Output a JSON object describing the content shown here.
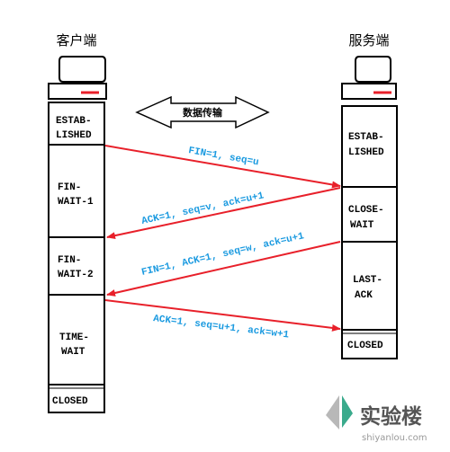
{
  "client": {
    "title": "客户端",
    "states": [
      {
        "lines": [
          "ESTAB-",
          "LISHED"
        ]
      },
      {
        "lines": [
          "FIN-",
          "WAIT-1"
        ]
      },
      {
        "lines": [
          "FIN-",
          "WAIT-2"
        ]
      },
      {
        "lines": [
          "TIME-",
          "WAIT"
        ]
      },
      {
        "lines": [
          "CLOSED"
        ]
      }
    ]
  },
  "server": {
    "title": "服务端",
    "states": [
      {
        "lines": [
          "ESTAB-",
          "LISHED"
        ]
      },
      {
        "lines": [
          "CLOSE-",
          "WAIT"
        ]
      },
      {
        "lines": [
          "LAST-",
          "ACK"
        ]
      },
      {
        "lines": [
          "CLOSED"
        ]
      }
    ]
  },
  "data_transfer": "数据传输",
  "messages": [
    {
      "label": "FIN=1, seq=u",
      "direction": "client-to-server"
    },
    {
      "label": "ACK=1, seq=v, ack=u+1",
      "direction": "server-to-client"
    },
    {
      "label": "FIN=1, ACK=1, seq=w, ack=u+1",
      "direction": "server-to-client"
    },
    {
      "label": "ACK=1, seq=u+1, ack=w+1",
      "direction": "client-to-server"
    }
  ],
  "watermark": {
    "brand": "实验楼",
    "site": "shiyanlou.com"
  },
  "colors": {
    "arrow": "#e8202a",
    "label": "#1a9ae0",
    "logo": "#3aaa8c",
    "line": "#000000"
  }
}
